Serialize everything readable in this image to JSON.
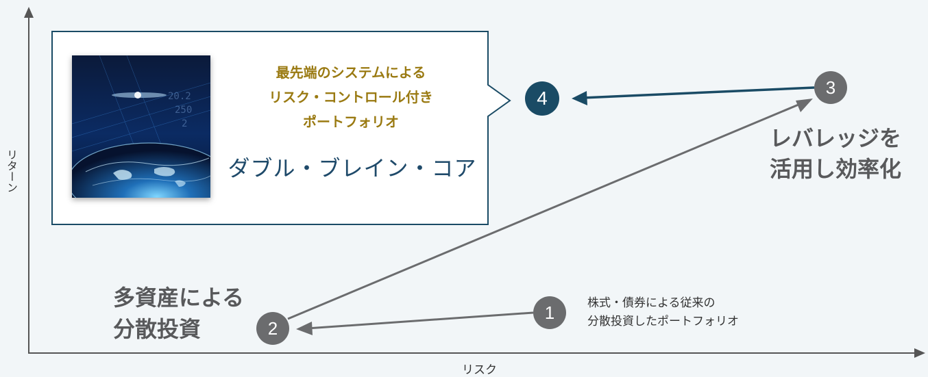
{
  "axes": {
    "y_label": "リターン",
    "x_label": "リスク"
  },
  "callout": {
    "lines": [
      "最先端のシステムによる",
      "リスク・コントロール付き",
      "ポートフォリオ"
    ],
    "product_name": "ダブル・ブレイン・コア"
  },
  "nodes": [
    {
      "number": "1",
      "label_lines": [
        "株式・債券による従来の",
        "分散投資したポートフォリオ"
      ]
    },
    {
      "number": "2",
      "label_lines": [
        "多資産による",
        "分散投資"
      ]
    },
    {
      "number": "3",
      "label_lines": [
        "レバレッジを",
        "活用し効率化"
      ]
    },
    {
      "number": "4"
    }
  ],
  "colors": {
    "background": "#f2f6f8",
    "callout_border": "#1a4b65",
    "callout_text": "#9a7a12",
    "product_name": "#1f4a6a",
    "node_gray": "#6b6c6e",
    "node_blue": "#1a4b65",
    "arrow_gray": "#6b6c6e",
    "arrow_blue": "#1a4b65"
  },
  "image": {
    "icon": "globe-network-image"
  }
}
